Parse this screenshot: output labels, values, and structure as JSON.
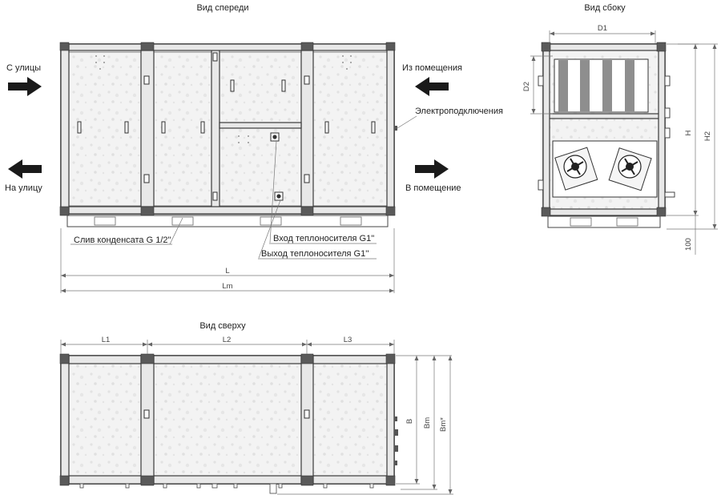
{
  "views": {
    "front_title": "Вид спереди",
    "side_title": "Вид сбоку",
    "top_title": "Вид сверху"
  },
  "front_labels": {
    "from_street": "С улицы",
    "to_street": "На улицу",
    "from_room": "Из помещения",
    "to_room": "В помещение",
    "electrical": "Электроподключения",
    "condensate": "Слив конденсата G 1/2''",
    "heat_in": "Вход теплоносителя G1''",
    "heat_out": "Выход теплоносителя G1''"
  },
  "dimensions": {
    "L": "L",
    "Lm": "Lm",
    "L1": "L1",
    "L2": "L2",
    "L3": "L3",
    "D1": "D1",
    "D2": "D2",
    "H": "H",
    "H2": "H2",
    "h100": "100",
    "B": "B",
    "Bm": "Bm",
    "Bm_star": "Bm*"
  },
  "colors": {
    "arrow": "#1a1a1a",
    "frame": "#3a3a3a",
    "panel": "#f1f1f1"
  }
}
